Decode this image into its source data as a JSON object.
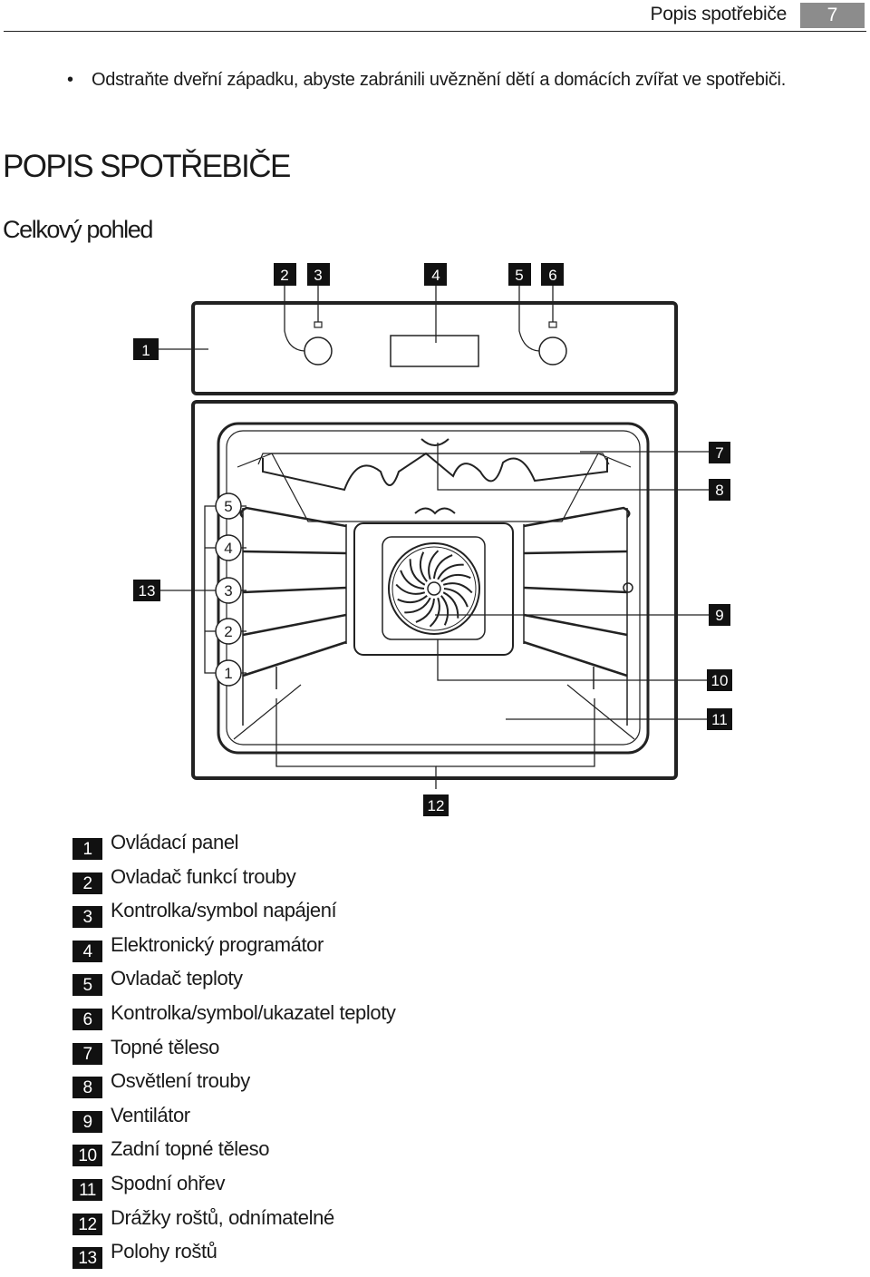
{
  "header": {
    "title": "Popis spotřebiče",
    "page_number": "7"
  },
  "bullet": {
    "symbol": "•",
    "text": "Odstraňte dveřní západku, abyste zabránili uvěznění dětí a domácích zvířat ve spotřebi­či."
  },
  "section_title": "POPIS SPOTŘEBIČE",
  "subsection_title": "Celkový pohled",
  "diagram": {
    "callouts": [
      "1",
      "2",
      "3",
      "4",
      "5",
      "6",
      "7",
      "8",
      "9",
      "10",
      "11",
      "12",
      "13"
    ],
    "shelf_positions": [
      "5",
      "4",
      "3",
      "2",
      "1"
    ]
  },
  "legend": [
    {
      "num": "1",
      "label": "Ovládací panel"
    },
    {
      "num": "2",
      "label": "Ovladač funkcí trouby"
    },
    {
      "num": "3",
      "label": "Kontrolka/symbol napájení"
    },
    {
      "num": "4",
      "label": "Elektronický programátor"
    },
    {
      "num": "5",
      "label": "Ovladač teploty"
    },
    {
      "num": "6",
      "label": "Kontrolka/symbol/ukazatel teploty"
    },
    {
      "num": "7",
      "label": "Topné těleso"
    },
    {
      "num": "8",
      "label": "Osvětlení trouby"
    },
    {
      "num": "9",
      "label": "Ventilátor"
    },
    {
      "num": "10",
      "label": "Zadní topné těleso"
    },
    {
      "num": "11",
      "label": "Spodní ohřev"
    },
    {
      "num": "12",
      "label": "Drážky roštů, odnímatelné"
    },
    {
      "num": "13",
      "label": "Polohy roštů"
    }
  ]
}
